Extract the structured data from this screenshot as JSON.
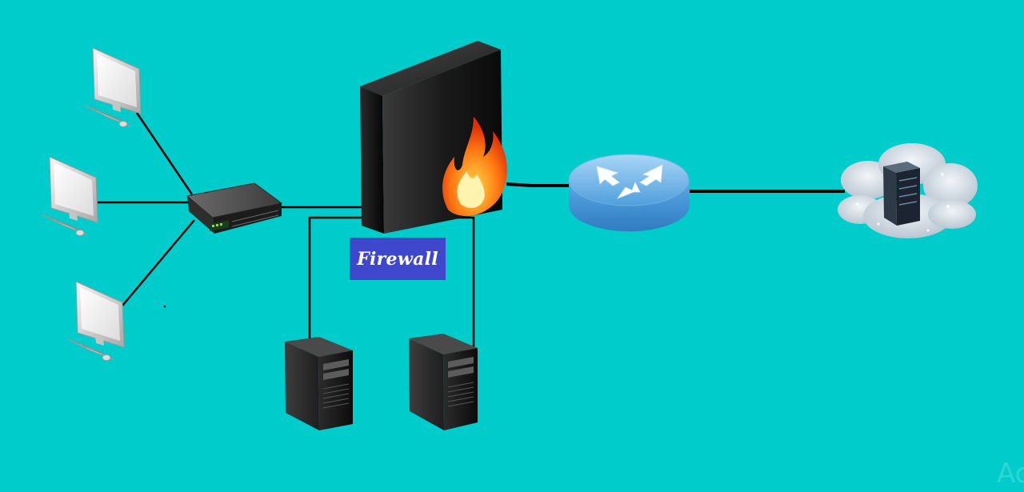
{
  "diagram": {
    "firewall_label": "Firewall",
    "watermark_text": "Ac"
  },
  "nodes": [
    {
      "id": "pc-1",
      "type": "computer"
    },
    {
      "id": "pc-2",
      "type": "computer"
    },
    {
      "id": "pc-3",
      "type": "computer"
    },
    {
      "id": "switch",
      "type": "switch"
    },
    {
      "id": "firewall",
      "type": "firewall"
    },
    {
      "id": "server-1",
      "type": "server"
    },
    {
      "id": "server-2",
      "type": "server"
    },
    {
      "id": "router",
      "type": "router"
    },
    {
      "id": "internet",
      "type": "cloud-server"
    }
  ],
  "links": [
    [
      "pc-1",
      "switch"
    ],
    [
      "pc-2",
      "switch"
    ],
    [
      "pc-3",
      "switch"
    ],
    [
      "switch",
      "firewall"
    ],
    [
      "firewall",
      "server-1"
    ],
    [
      "firewall",
      "server-2"
    ],
    [
      "firewall",
      "router"
    ],
    [
      "router",
      "internet"
    ]
  ],
  "colors": {
    "background": "#00CCCC",
    "label_background": "#3F48CC",
    "label_text": "#FFFFFF",
    "link": "#000000"
  }
}
